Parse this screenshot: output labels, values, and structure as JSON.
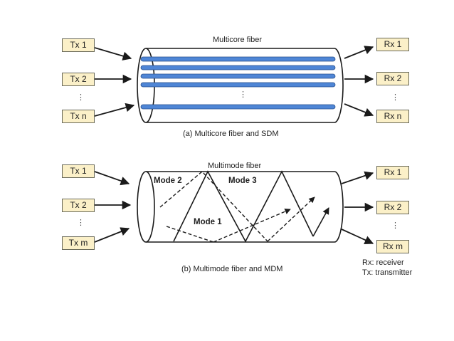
{
  "top": {
    "title": "Multicore fiber",
    "caption": "(a) Multicore fiber and SDM",
    "tx": [
      "Tx 1",
      "Tx 2",
      "Tx n"
    ],
    "rx": [
      "Rx 1",
      "Rx 2",
      "Rx n"
    ],
    "ellipsis": "⋮"
  },
  "bottom": {
    "title": "Multimode fiber",
    "caption": "(b) Multimode fiber and MDM",
    "tx": [
      "Tx 1",
      "Tx 2",
      "Tx m"
    ],
    "rx": [
      "Rx 1",
      "Rx 2",
      "Rx m"
    ],
    "modes": [
      "Mode 2",
      "Mode 3",
      "Mode 1"
    ],
    "ellipsis": "⋮"
  },
  "legend": {
    "rx": "Rx: receiver",
    "tx": "Tx: transmitter"
  },
  "colors": {
    "box_fill": "#fbf0c8",
    "core": "#4f86d6",
    "line": "#1a1a1a"
  }
}
